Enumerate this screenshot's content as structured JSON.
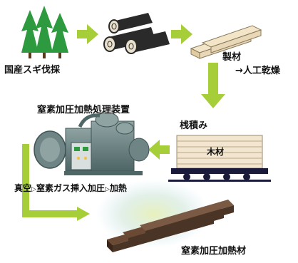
{
  "labels": {
    "step_harvest": "国産スギ伐採",
    "step_lumber": "製材",
    "step_dry": "→人工乾燥",
    "step_stack": "桟積み",
    "wood_label": "木材",
    "apparatus": "窒素加圧加熱処理装置",
    "process_prefix": "真空",
    "process_mid1": "窒素ガス挿入加圧",
    "process_mid2": "加熱",
    "product": "窒素加圧加熱材"
  },
  "colors": {
    "arrow": "#a6ce39",
    "tree": "#2e9a3f",
    "log": "#2a2a2a",
    "lumber": "#e8d8b8",
    "product_wood": "#4a3426",
    "machine": "#6f8585",
    "cart": "#1a1a3a"
  }
}
